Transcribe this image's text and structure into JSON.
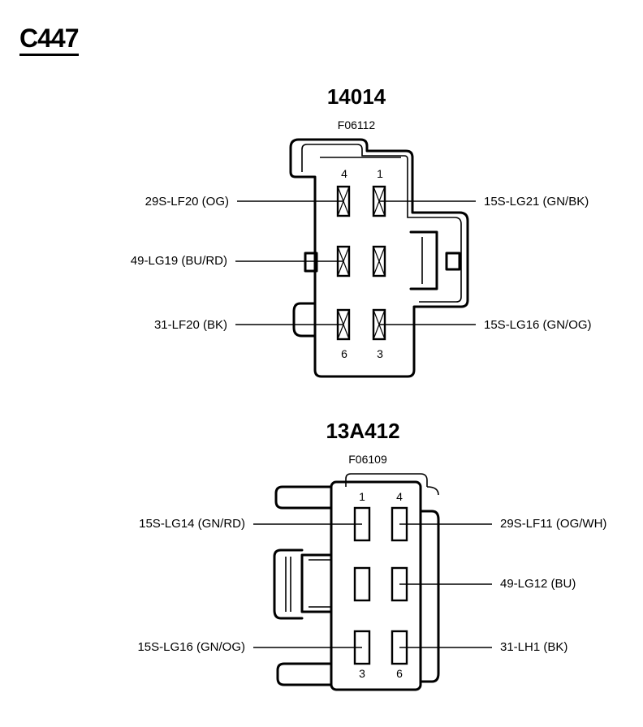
{
  "page": {
    "title": "C447"
  },
  "connectors": [
    {
      "part_number": "14014",
      "figure_code": "F06112",
      "pin_numbers": {
        "top_left": "4",
        "top_right": "1",
        "bottom_left": "6",
        "bottom_right": "3"
      },
      "wires": {
        "left_top": "29S-LF20 (OG)",
        "left_middle": "49-LG19 (BU/RD)",
        "left_bottom": "31-LF20 (BK)",
        "right_top": "15S-LG21 (GN/BK)",
        "right_bottom": "15S-LG16 (GN/OG)"
      }
    },
    {
      "part_number": "13A412",
      "figure_code": "F06109",
      "pin_numbers": {
        "top_left": "1",
        "top_right": "4",
        "bottom_left": "3",
        "bottom_right": "6"
      },
      "wires": {
        "left_top": "15S-LG14 (GN/RD)",
        "left_bottom": "15S-LG16 (GN/OG)",
        "right_top": "29S-LF11 (OG/WH)",
        "right_middle": "49-LG12 (BU)",
        "right_bottom": "31-LH1 (BK)"
      }
    }
  ]
}
